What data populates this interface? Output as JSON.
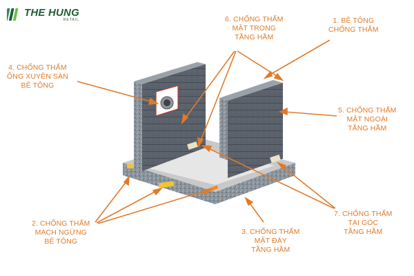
{
  "brand": {
    "name": "THE HUNG",
    "sub": "RETAIL"
  },
  "colors": {
    "accent": "#e07b2a",
    "brand": "#1f5e35",
    "wall": "#5d6470",
    "slab": "#dcdcdc"
  },
  "labels": [
    {
      "id": "label-1",
      "lines": [
        "1. BÊ TÔNG",
        "CHỐNG THẤM"
      ]
    },
    {
      "id": "label-2",
      "lines": [
        "2. CHỐNG THẤM",
        "MẠCH NGỪNG",
        "BÊ TÔNG"
      ]
    },
    {
      "id": "label-3",
      "lines": [
        "3. CHỐNG THẤM",
        "MẶT ĐÁY",
        "TẦNG HẦM"
      ]
    },
    {
      "id": "label-4",
      "lines": [
        "4. CHỐNG THẤM",
        "ỐNG XUYÊN SÀN",
        "BÊ TÔNG"
      ]
    },
    {
      "id": "label-5",
      "lines": [
        "5. CHỐNG THẤM",
        "MẶT NGOÀI",
        "TẦNG HẦM"
      ]
    },
    {
      "id": "label-6",
      "lines": [
        "6. CHỐNG THẤM",
        "MẶT TRONG",
        "TẦNG HẦM"
      ]
    },
    {
      "id": "label-7",
      "lines": [
        "7. CHỐNG THẤM",
        "TẠI GÓC",
        "TẦNG HẦM"
      ]
    }
  ]
}
